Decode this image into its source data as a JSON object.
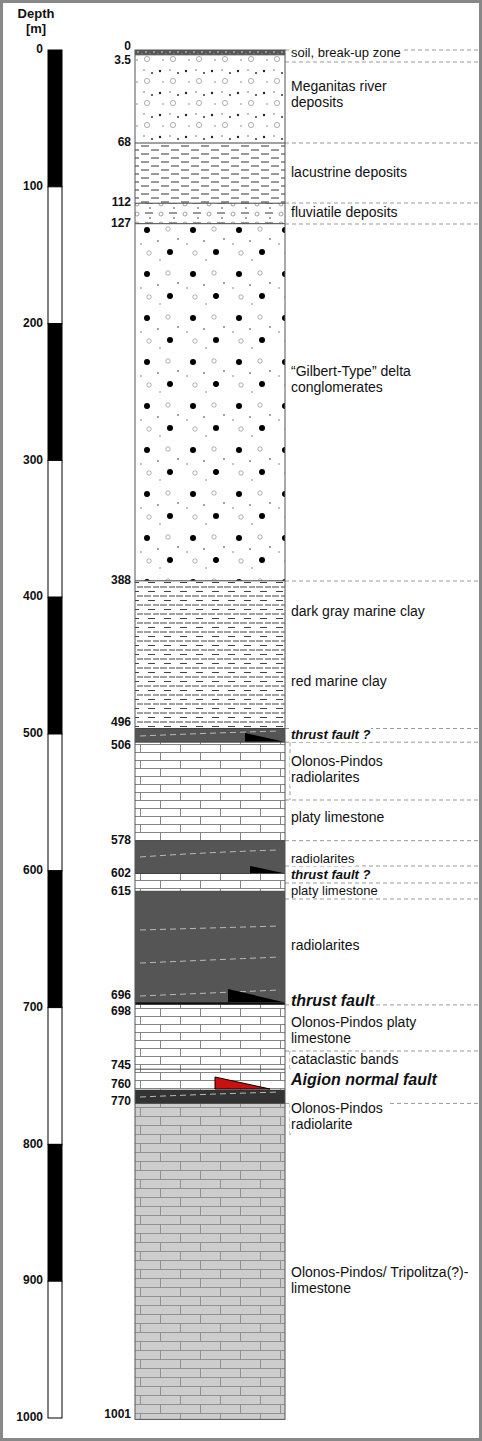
{
  "diagram": {
    "labels": [
      "Depth [m]",
      "0",
      "100",
      "200",
      "300",
      "400",
      "500",
      "600",
      "700",
      "800",
      "900",
      "1000",
      "0",
      "3.5",
      "68",
      "112",
      "127",
      "388",
      "496",
      "506",
      "578",
      "602",
      "615",
      "696",
      "698",
      "745",
      "760",
      "770",
      "1001",
      "soil, break-up zone",
      "Meganitas river deposits",
      "lacustrine deposits",
      "fluviatile deposits",
      "“Gilbert-Type” delta conglomerates",
      "dark gray marine clay",
      "red marine clay",
      "thrust fault ?",
      "Olonos-Pindos radiolarites",
      "platy limestone",
      "radiolarites",
      "thrust fault ?",
      "platy limestone",
      "radiolarites",
      "thrust fault",
      "Olonos-Pindos platy limestone",
      "cataclastic bands",
      "Aigion normal fault",
      "Olonos-Pindos radiolarite",
      "Olonos-Pindos/ Tripolitza(?)-limestone"
    ]
  }
}
